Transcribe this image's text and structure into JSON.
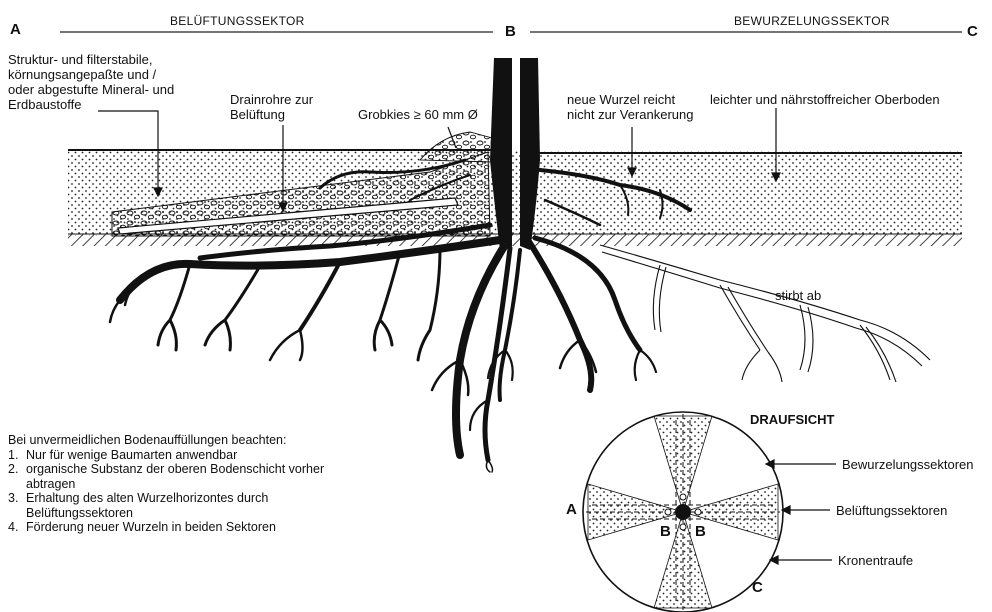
{
  "sector_labels": {
    "a": "A",
    "b": "B",
    "c": "C",
    "belueftung": "BELÜFTUNGSSEKTOR",
    "bewurzelung": "BEWURZELUNGSSEKTOR"
  },
  "annotations": {
    "material": [
      "Struktur- und filterstabile,",
      "körnungsangepaßte und /",
      "oder abgestufte Mineral- und",
      "Erdbaustoffe"
    ],
    "drain": [
      "Drainrohre zur",
      "Belüftung"
    ],
    "grobkies": "Grobkies ≥ 60 mm Ø",
    "neue_wurzel": [
      "neue Wurzel reicht",
      "nicht zur Verankerung"
    ],
    "oberboden": "leichter und nährstoffreicher Oberboden",
    "stirbt_ab": "stirbt ab"
  },
  "notes": {
    "heading": "Bei unvermeidlichen Bodenauffüllungen beachten:",
    "items": [
      {
        "num": "1.",
        "lines": [
          "Nur für wenige Baumarten anwendbar"
        ]
      },
      {
        "num": "2.",
        "lines": [
          "organische Substanz der oberen Bodenschicht vorher",
          "abtragen"
        ]
      },
      {
        "num": "3.",
        "lines": [
          "Erhaltung des alten Wurzelhorizontes durch",
          "Belüftungssektoren"
        ]
      },
      {
        "num": "4.",
        "lines": [
          "Förderung neuer Wurzeln in beiden Sektoren"
        ]
      }
    ]
  },
  "plan_view": {
    "title": "DRAUFSICHT",
    "labels": {
      "a": "A",
      "b1": "B",
      "b2": "B",
      "c": "C"
    },
    "legend": [
      "Bewurzelungssektoren",
      "Belüftungssektoren",
      "Kronentraufe"
    ]
  }
}
